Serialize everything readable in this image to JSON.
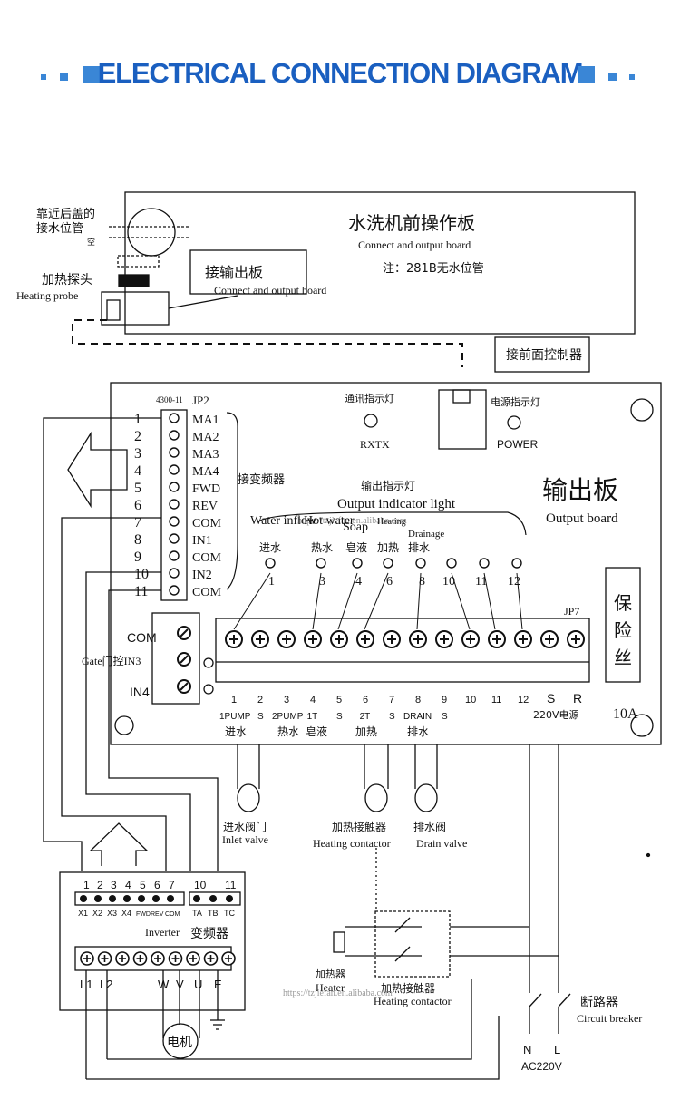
{
  "header": {
    "title": "ELECTRICAL CONNECTION DIAGRAM"
  },
  "colors": {
    "title": "#1a5fc0",
    "squares": "#3a86d6"
  },
  "front_panel": {
    "title_cn": "水洗机前操作板",
    "title_en": "Connect and output board",
    "note_cn": "注：281B无水位管"
  },
  "left_labels": {
    "water_pos_cn": [
      "靠近后盖的",
      "接水位管"
    ],
    "water_pos_small": "空",
    "probe_cn": "加热探头",
    "probe_en": "Heating probe"
  },
  "connect_out": {
    "cn": "接输出板",
    "en": "Connect and output board"
  },
  "front_ctrl": {
    "cn": "接前面控制器"
  },
  "output_board": {
    "model": "4300-11",
    "jp2": "JP2",
    "comm_cn": "通讯指示灯",
    "comm_en": "RXTX",
    "power_cn": "电源指示灯",
    "power_en": "POWER",
    "title_cn": "输出板",
    "title_en": "Output board",
    "inverter_link_cn": "接变频器",
    "out_light_cn": "输出指示灯",
    "out_light_en": "Output indicator light",
    "gate": "Gate门控IN3",
    "jp7": "JP7",
    "fuse_cn": [
      "保",
      "险",
      "丝"
    ],
    "fuse_rating": "10A",
    "power_label": "220V电源",
    "watermark": "https://tzjiefan.en.alibaba.com"
  },
  "jp2_pins": {
    "numbers": [
      "1",
      "2",
      "3",
      "4",
      "5",
      "6",
      "7",
      "8",
      "9",
      "10",
      "11"
    ],
    "labels": [
      "MA1",
      "MA2",
      "MA3",
      "MA4",
      "FWD",
      "REV",
      "COM",
      "IN1",
      "COM",
      "IN2",
      "COM"
    ]
  },
  "indicators": {
    "en": [
      "Water inflow",
      "Hot water",
      "Soap",
      "Heating",
      "Drainage"
    ],
    "cn": [
      "进水",
      "热水",
      "皂液",
      "加热",
      "排水"
    ],
    "numbers": [
      "1",
      "3",
      "4",
      "6",
      "8",
      "10",
      "11",
      "12"
    ]
  },
  "gate_terminals": [
    "COM",
    "IN4"
  ],
  "terminals": {
    "numbers": [
      "1",
      "2",
      "3",
      "4",
      "5",
      "6",
      "7",
      "8",
      "9",
      "10",
      "11",
      "12",
      "S",
      "R"
    ],
    "sub": [
      "1PUMP",
      "S",
      "2PUMP",
      "1T",
      "S",
      "2T",
      "S",
      "DRAIN",
      "S"
    ],
    "sub_cn": [
      "进水",
      "热水",
      "皂液",
      "加热",
      "排水"
    ]
  },
  "valves": {
    "inlet_cn": "进水阀门",
    "inlet_en": "Inlet valve",
    "heat_cn": "加热接触器",
    "heat_en": "Heating contactor",
    "drain_cn": "排水阀",
    "drain_en": "Drain valve"
  },
  "inverter": {
    "top_nums": [
      "1",
      "2",
      "3",
      "4",
      "5",
      "6",
      "7",
      "10",
      "11"
    ],
    "top_labels": [
      "X1",
      "X2",
      "X3",
      "X4",
      "FWD",
      "REV",
      "COM",
      "TA",
      "TB",
      "TC"
    ],
    "title_en": "Inverter",
    "title_cn": "变频器",
    "bottom": [
      "L1",
      "L2",
      "W",
      "V",
      "U",
      "E"
    ],
    "motor": "电机"
  },
  "heater": {
    "cn": "加热器",
    "en": "Heater"
  },
  "contactor": {
    "cn": "加热接触器",
    "en": "Heating contactor"
  },
  "breaker": {
    "cn": "断路器",
    "en": "Circuit breaker",
    "n": "N",
    "l": "L",
    "ac": "AC220V"
  }
}
